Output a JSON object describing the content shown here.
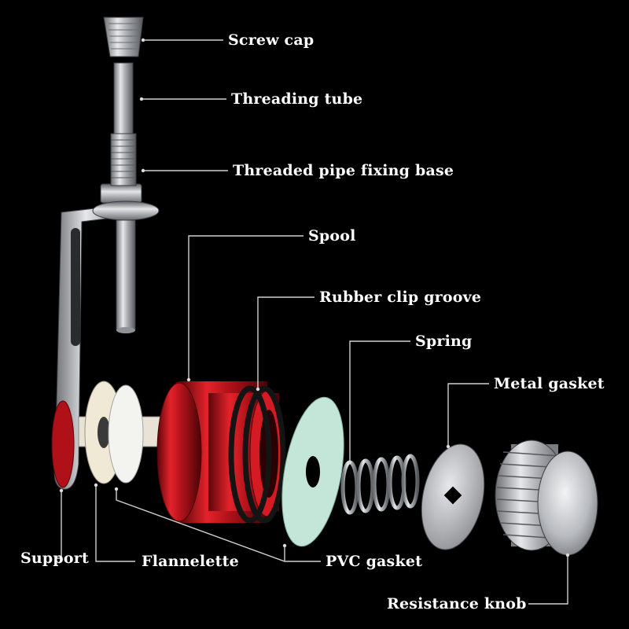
{
  "colors": {
    "background": "#000000",
    "label_text": "#ffffff",
    "leader_line": "#cfcfcf",
    "spool_red": "#c8141c",
    "steel": "#b9bcc0",
    "pvc_green": "#bfe3d4",
    "flannelette": "#efe9d6",
    "oring": "#1a1a1a"
  },
  "labels": {
    "screw_cap": "Screw cap",
    "threading_tube": "Threading tube",
    "threaded_pipe_fixing_base": "Threaded pipe fixing base",
    "spool": "Spool",
    "rubber_clip_groove": "Rubber clip groove",
    "spring": "Spring",
    "metal_gasket": "Metal gasket",
    "support": "Support",
    "flannelette": "Flannelette",
    "pvc_gasket": "PVC gasket",
    "resistance_knob": "Resistance knob"
  }
}
